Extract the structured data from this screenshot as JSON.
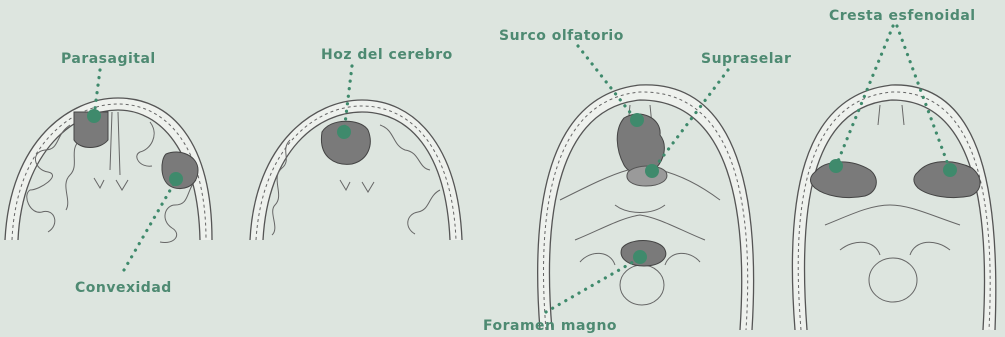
{
  "labels": {
    "parasagital": "Parasagital",
    "convexidad": "Convexidad",
    "hoz": "Hoz del cerebro",
    "surco": "Surco olfatorio",
    "supraselar": "Supraselar",
    "foramen": "Foramen magno",
    "cresta": "Cresta esfenoidal"
  },
  "colors": {
    "background": "#dde5df",
    "accent": "#3f8a6c",
    "label": "#4e8a72"
  }
}
